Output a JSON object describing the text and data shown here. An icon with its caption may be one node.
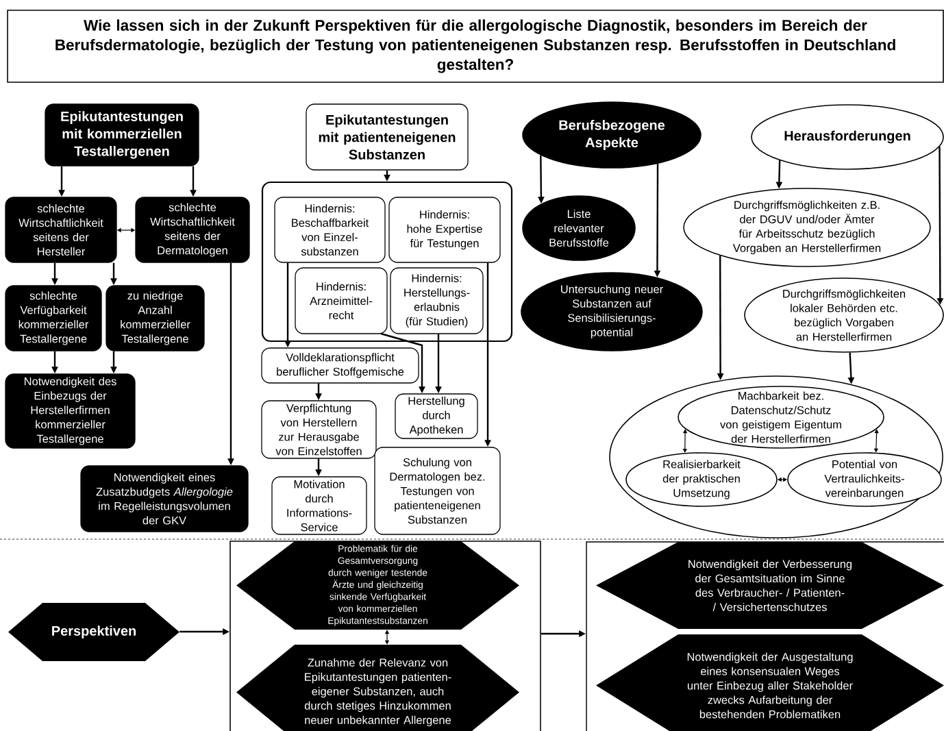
{
  "diagram": {
    "title": "Wie lassen sich in der Zukunft Perspektiven für die allergologische Diagnostik, besonders im Bereich der Berufsdermatologie, bezüglich der Testung von patienteneigenen Substanzen resp. Berufsstoffen in Deutschland gestalten?",
    "nodes": [
      {
        "text": [
          "Epikutantestungen mit kommerziellen Testallergenen"
        ]
      },
      {
        "text": [
          "schlechte Wirtschaftlichkeit seitens der Hersteller"
        ]
      },
      {
        "text": [
          "schlechte Wirtschaftlichkeit seitens der Dermatologen"
        ]
      },
      {
        "text": [
          "schlechte Verfügbarkeit kommerzieller Testallergene"
        ]
      },
      {
        "text": [
          "zu niedrige Anzahl kommerzieller Testallergene"
        ]
      },
      {
        "text": [
          "Notwendigkeit des Einbezugs der Herstellerfirmen kommerzieller Testallergene"
        ]
      },
      {
        "text": [
          "Notwendigkeit eines Zusatzbudgets *Allergologie* im Regelleistungsvolumen der GKV"
        ]
      },
      {
        "text": [
          "Epikutantestungen mit patienteneigenen Substanzen"
        ]
      },
      {
        "text": [],
        "shape": "box"
      },
      {
        "text": [
          "Hindernis: Beschaffbarkeit von Einzel-substanzen"
        ],
        "in": 8
      },
      {
        "text": [
          "Hindernis: hohe Expertise für Testungen"
        ],
        "in": 8
      },
      {
        "text": [
          "Hindernis: Arzneimittel-recht"
        ],
        "in": 8
      },
      {
        "text": [
          "Hindernis: Herstellungs-erlaubnis (für Studien)"
        ],
        "in": 8
      },
      {
        "text": [
          "Volldeklarationspflicht beruflicher Stoffgemische"
        ]
      },
      {
        "text": [
          "Herstellung durch Apotheken"
        ]
      },
      {
        "text": [
          "Verpflichtung von Herstellern zur Herausgabe von Einzelstoffen"
        ]
      },
      {
        "text": [
          "Schulung von Dermatologen bez. Testungen von patienteneigenen Substanzen"
        ]
      },
      {
        "text": [
          "Motivation durch Informations-Service"
        ]
      },
      {
        "text": [
          "Berufsbezogene Aspekte"
        ]
      },
      {
        "text": [
          "Herausforderungen"
        ]
      },
      {
        "text": [
          "Liste relevanter Berufsstoffe"
        ]
      },
      {
        "text": [
          "Untersuchung neuer Substanzen auf Sensibilisierungs-potential"
        ]
      },
      {
        "text": [
          "Durchgriffsmöglichkeiten z.B. der DGUV und/oder Ämter für Arbeitsschutz bezüglich Vorgaben an Herstellerfirmen"
        ]
      },
      {
        "text": [
          "Durchgriffsmöglichkeiten lokaler Behörden etc. bezüglich Vorgaben an Herstellerfirmen"
        ]
      },
      {
        "text": [],
        "shape": "ellipse"
      },
      {
        "text": [
          "Machbarkeit bez. Datenschutz/Schutz von geistigem Eigentum der Herstellerfirmen"
        ],
        "in": 24
      },
      {
        "text": [
          "Realisierbarkeit der praktischen Umsetzung"
        ],
        "in": 24
      },
      {
        "text": [
          "Potential von Vertraulichkeits-vereinbarungen"
        ],
        "in": 24
      },
      {
        "text": [
          "Perspektiven"
        ]
      },
      {
        "text": [],
        "shape": "box"
      },
      {
        "text": [
          "Problematik für die Gesamtversorgung durch weniger testende Ärzte und gleichzeitig sinkende Verfügbarkeit von kommerziellen Epikutantestsubstanzen"
        ],
        "in": 29
      },
      {
        "text": [
          "Zunahme der Relevanz von Epikutantestungen patienten-eigener Substanzen, auch durch stetiges Hinzukommen neuer unbekannter Allergene"
        ],
        "in": 29
      },
      {
        "text": [],
        "shape": "box"
      },
      {
        "text": [
          "Notwendigkeit der Verbesserung der Gesamtsituation im Sinne des Verbraucher- / Patienten- / Versichertenschutzes"
        ],
        "in": 32
      },
      {
        "text": [
          "Notwendigkeit der Ausgestaltung eines konsensualen Weges unter Einbezug aller Stakeholder zwecks Aufarbeitung der bestehenden Problematiken"
        ],
        "in": 32
      }
    ],
    "edges": [
      {
        "from": 0,
        "to": 1,
        "arrow": "to"
      },
      {
        "from": 0,
        "to": 2,
        "arrow": "to"
      },
      {
        "from": 1,
        "to": 2,
        "arrow": "both"
      },
      {
        "from": 1,
        "to": 3,
        "arrow": "to"
      },
      {
        "from": 1,
        "to": 4,
        "arrow": "to"
      },
      {
        "from": 3,
        "to": 5,
        "arrow": "to"
      },
      {
        "from": 4,
        "to": 5,
        "arrow": "to"
      },
      {
        "from": 2,
        "to": 6,
        "arrow": "to"
      },
      {
        "from": 7,
        "to": 8,
        "arrow": "to"
      },
      {
        "from": 9,
        "to": 13,
        "arrow": "to"
      },
      {
        "from": 11,
        "to": 14,
        "arrow": "to"
      },
      {
        "from": 12,
        "to": 14,
        "arrow": "to"
      },
      {
        "from": 10,
        "to": 16,
        "arrow": "to"
      },
      {
        "from": 13,
        "to": 15,
        "arrow": "to"
      },
      {
        "from": 15,
        "to": 17,
        "arrow": "to"
      },
      {
        "from": 18,
        "to": 20,
        "arrow": "to"
      },
      {
        "from": 18,
        "to": 21,
        "arrow": "to"
      },
      {
        "from": 19,
        "to": 22,
        "arrow": "to"
      },
      {
        "from": 19,
        "to": 23,
        "arrow": "to"
      },
      {
        "from": 22,
        "to": 24,
        "arrow": "to"
      },
      {
        "from": 23,
        "to": 24,
        "arrow": "to"
      },
      {
        "from": 25,
        "to": 26,
        "arrow": "both"
      },
      {
        "from": 25,
        "to": 27,
        "arrow": "both"
      },
      {
        "from": 26,
        "to": 27,
        "arrow": "both"
      },
      {
        "from": 28,
        "to": 29,
        "arrow": "to"
      },
      {
        "from": 30,
        "to": 31,
        "arrow": "both"
      },
      {
        "from": 29,
        "to": 32,
        "arrow": "to"
      }
    ]
  }
}
